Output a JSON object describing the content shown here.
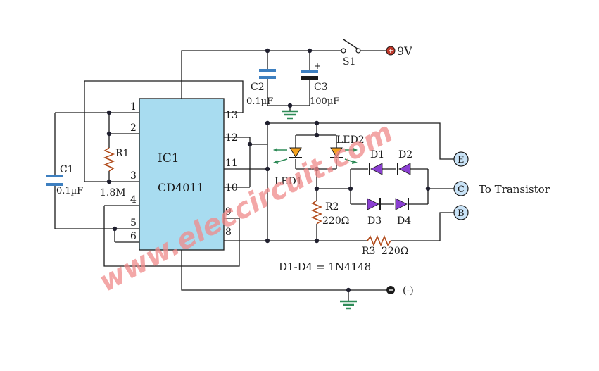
{
  "ic": {
    "name": "IC1",
    "part": "CD4011"
  },
  "pins": {
    "p1": "1",
    "p2": "2",
    "p3": "3",
    "p4": "4",
    "p5": "5",
    "p6": "6",
    "p8": "8",
    "p9": "9",
    "p10": "10",
    "p11": "11",
    "p12": "12",
    "p13": "13"
  },
  "components": {
    "r1": "R1",
    "r1_value": "1.8M",
    "c1": "C1",
    "c1_value": "0.1µF",
    "c2": "C2",
    "c2_value": "0.1µF",
    "c3": "C3",
    "c3_value": "100µF",
    "s1": "S1",
    "supply": "9V",
    "led1": "LED1",
    "led2": "LED2",
    "d1": "D1",
    "d2": "D2",
    "d3": "D3",
    "d4": "D4",
    "r2": "R2",
    "r2_value": "220Ω",
    "r3": "R3",
    "r3_value": "220Ω",
    "diode_note": "D1-D4 = 1N4148",
    "ground": "(-)"
  },
  "terminals": {
    "e": "E",
    "c": "C",
    "b": "B",
    "c_note": "To Transistor"
  },
  "watermark": "www.eleccircuit.com",
  "colors": {
    "ic_fill": "#a8dcf0",
    "cap_blue": "#3d7fc0",
    "led_orange": "#f5a21e",
    "diode_purple": "#8a3fd1",
    "resistor": "#b04a1a",
    "ground_green": "#2e8b57",
    "terminal_fill": "#c9e3f7",
    "supply_red": "#c0392b",
    "watermark": "#f08a8a"
  }
}
